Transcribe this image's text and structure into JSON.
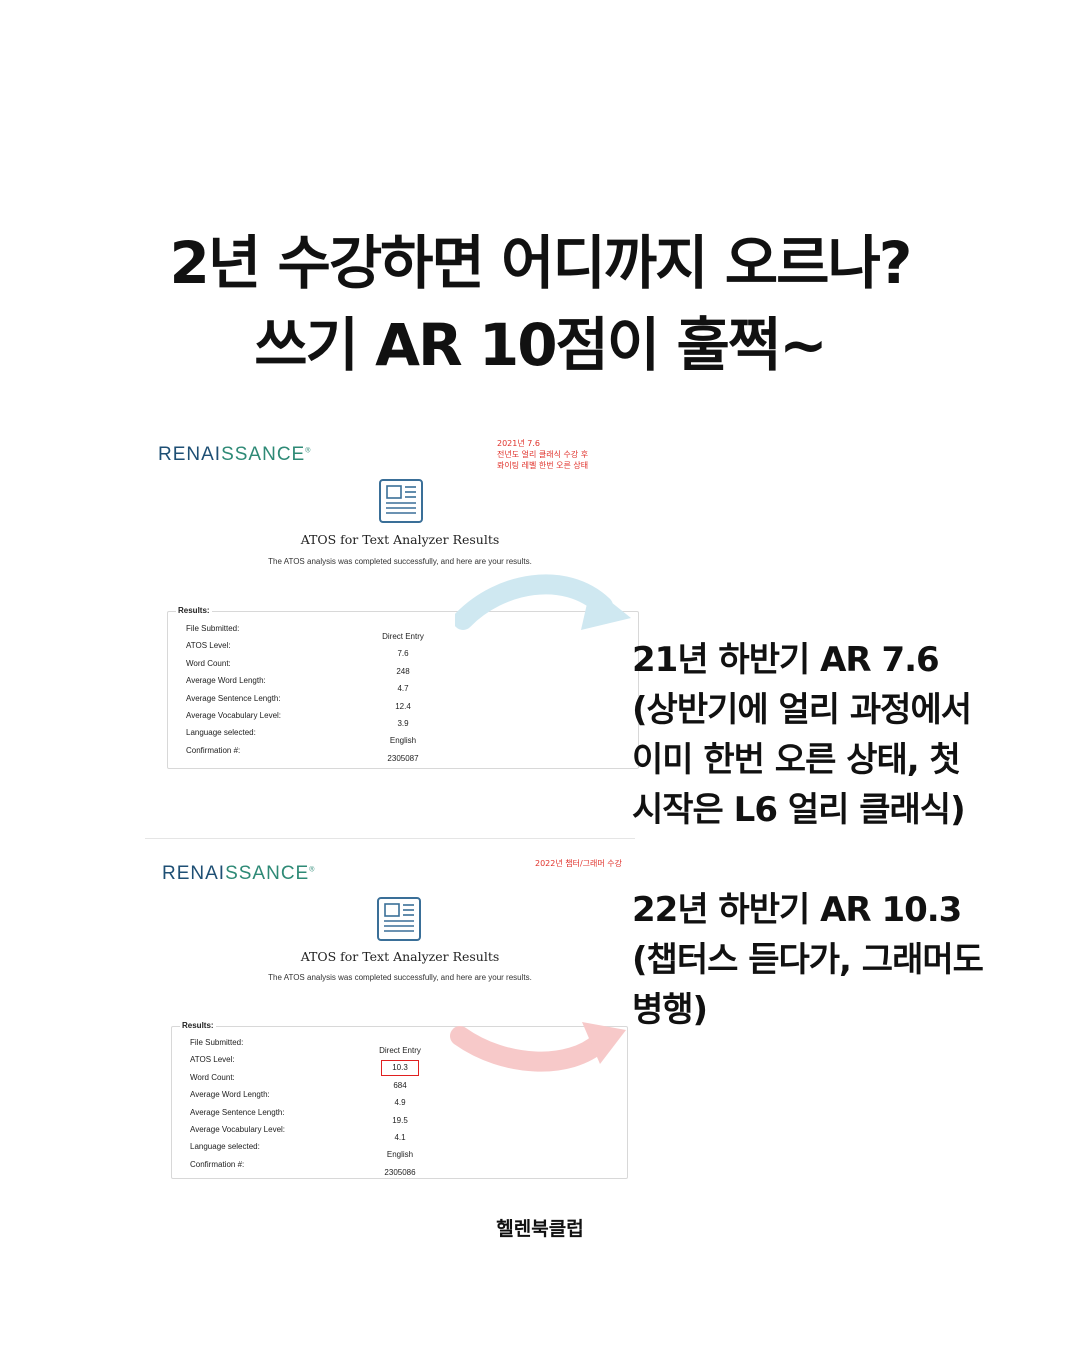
{
  "title": {
    "line1": "2년 수강하면 어디까지 오르나?",
    "line2": "쓰기 AR 10점이 훌쩍~"
  },
  "brand_logo": "RENAISSANCE",
  "results_2021": {
    "note": [
      "2021년 7.6",
      "전년도 얼리 클래식 수강 후",
      "롸이팅 레벨 한번 오른 상태"
    ],
    "heading": "ATOS for Text Analyzer Results",
    "subheading": "The ATOS analysis was completed successfully, and here are your results.",
    "results_label": "Results:",
    "labels": [
      "File Submitted:",
      "ATOS Level:",
      "Word Count:",
      "Average Word Length:",
      "Average Sentence Length:",
      "Average Vocabulary Level:",
      "Language selected:",
      "Confirmation #:"
    ],
    "values": [
      "Direct Entry",
      "7.6",
      "248",
      "4.7",
      "12.4",
      "3.9",
      "English",
      "2305087"
    ]
  },
  "results_2022": {
    "note": [
      "2022년 챕터/그래머 수강"
    ],
    "heading": "ATOS for Text Analyzer Results",
    "subheading": "The ATOS analysis was completed successfully, and here are your results.",
    "results_label": "Results:",
    "labels": [
      "File Submitted:",
      "ATOS Level:",
      "Word Count:",
      "Average Word Length:",
      "Average Sentence Length:",
      "Average Vocabulary Level:",
      "Language selected:",
      "Confirmation #:"
    ],
    "values": [
      "Direct Entry",
      "10.3",
      "684",
      "4.9",
      "19.5",
      "4.1",
      "English",
      "2305086"
    ]
  },
  "caption_2021": [
    "21년 하반기 AR 7.6",
    "(상반기에 얼리 과정에서",
    "이미 한번 오른 상태, 첫",
    "시작은 L6 얼리 클래식)"
  ],
  "caption_2022": [
    "22년 하반기 AR 10.3",
    "(챕터스 듣다가, 그래머도",
    "병행)"
  ],
  "footer": "헬렌북클럽",
  "colors": {
    "arrow_top": "#cfe8f1",
    "arrow_bottom": "#f7c9c9",
    "note_red": "#e0322b",
    "logo_blue": "#1e4f74",
    "logo_green": "#2e8a76"
  },
  "icons": [
    "newspaper-icon",
    "curved-arrow"
  ]
}
